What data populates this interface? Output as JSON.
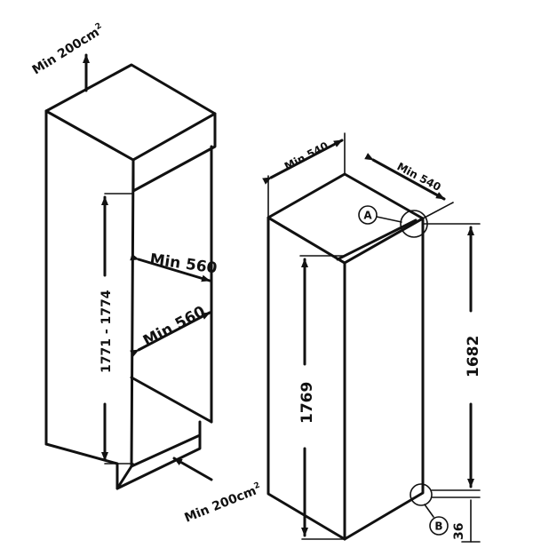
{
  "diagram": {
    "labels": {
      "vent_top": "Min 200cm",
      "vent_bottom": "Min 200cm",
      "vent_sup": "2",
      "cavity_width_top": "Min 560",
      "cavity_width_middle": "Min 560",
      "cavity_height": "1771 - 1774",
      "cabinet_depth": "Min 540",
      "cabinet_width": "Min 540",
      "appliance_height": "1769",
      "door_height": "1682",
      "plinth_gap": "36",
      "marker_a": "A",
      "marker_b": "B"
    },
    "colors": {
      "line": "#111111",
      "background": "#ffffff"
    }
  }
}
